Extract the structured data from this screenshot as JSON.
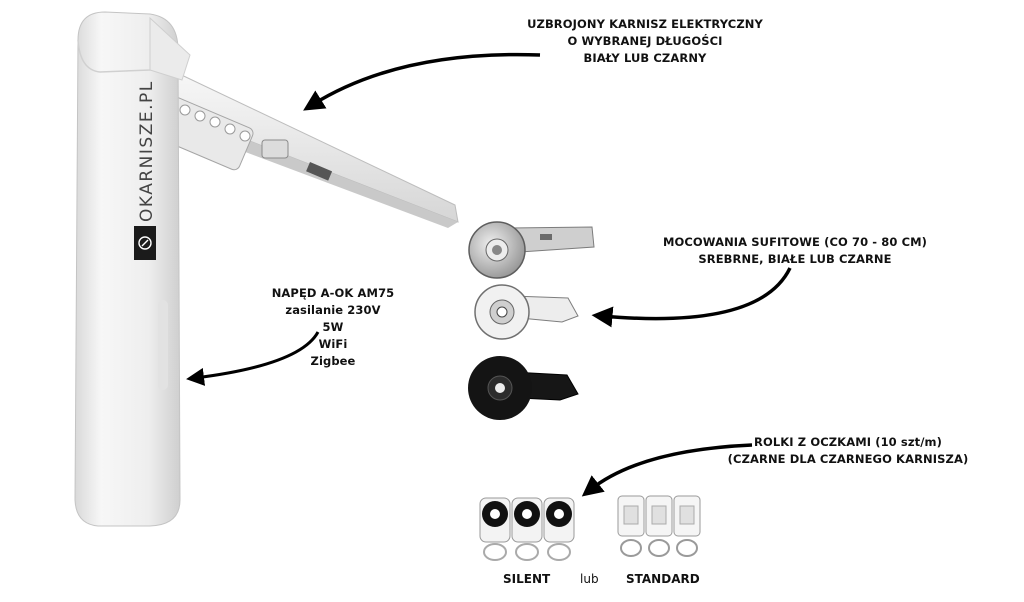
{
  "brand": {
    "logo_text": "OKARNISZE.PL"
  },
  "callouts": {
    "rail": {
      "lines": [
        "UZBROJONY KARNISZ ELEKTRYCZNY",
        "O WYBRANEJ DŁUGOŚCI",
        "BIAŁY LUB CZARNY"
      ]
    },
    "brackets": {
      "lines": [
        "MOCOWANIA SUFITOWE (CO 70 - 80 CM)",
        "SREBRNE, BIAŁE LUB CZARNE"
      ]
    },
    "motor": {
      "lines": [
        "NAPĘD A-OK AM75",
        "zasilanie 230V",
        "5W",
        "WiFi",
        "Zigbee"
      ]
    },
    "rollers": {
      "lines": [
        "ROLKI Z OCZKAMI (10 szt/m)",
        "(CZARNE DLA CZARNEGO KARNISZA)"
      ]
    }
  },
  "roller_labels": {
    "silent": "SILENT",
    "or": "lub",
    "standard": "STANDARD"
  },
  "colors": {
    "text": "#111111",
    "motor_white": "#f2f2f2",
    "bracket_silver": "#b9b9b9",
    "bracket_white": "#e6e6e6",
    "bracket_black": "#141414",
    "arrow": "#000000"
  }
}
